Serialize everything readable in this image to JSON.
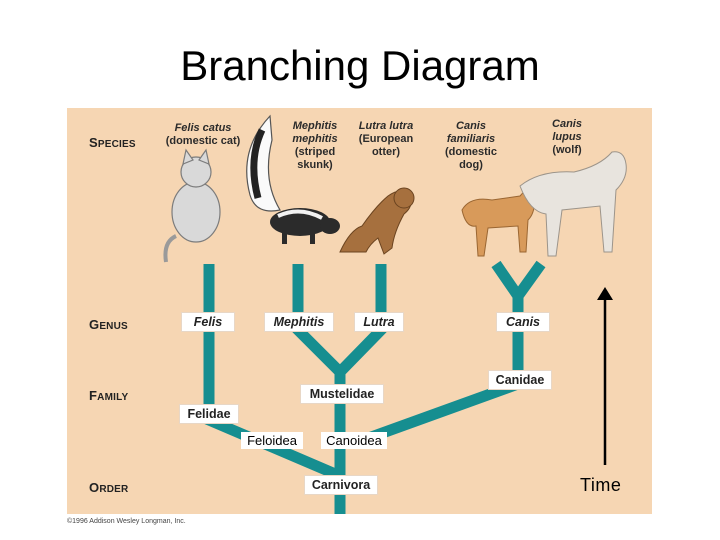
{
  "title": "Branching Diagram",
  "colors": {
    "panel": "#f6d6b3",
    "branch": "#168e90",
    "label_bg": "#ffffff"
  },
  "ranks": {
    "species": "Species",
    "genus": "Genus",
    "family": "Family",
    "order": "Order"
  },
  "species": [
    {
      "latin": "Felis catus",
      "common": "(domestic cat)"
    },
    {
      "latin": "Mephitis mephitis",
      "common": "(striped skunk)"
    },
    {
      "latin": "Lutra lutra",
      "common": "(European otter)"
    },
    {
      "latin": "Canis familiaris",
      "common": "(domestic dog)"
    },
    {
      "latin": "Canis lupus",
      "common": "(wolf)"
    }
  ],
  "genus": {
    "felis": "Felis",
    "mephitis": "Mephitis",
    "lutra": "Lutra",
    "canis": "Canis"
  },
  "family": {
    "felidae": "Felidae",
    "mustelidae": "Mustelidae",
    "canidae": "Canidae"
  },
  "superfamily": {
    "feloidea": "Feloidea",
    "canoidea": "Canoidea"
  },
  "order": {
    "carnivora": "Carnivora"
  },
  "time_label": "Time",
  "copyright": "©1996 Addison Wesley Longman, Inc."
}
